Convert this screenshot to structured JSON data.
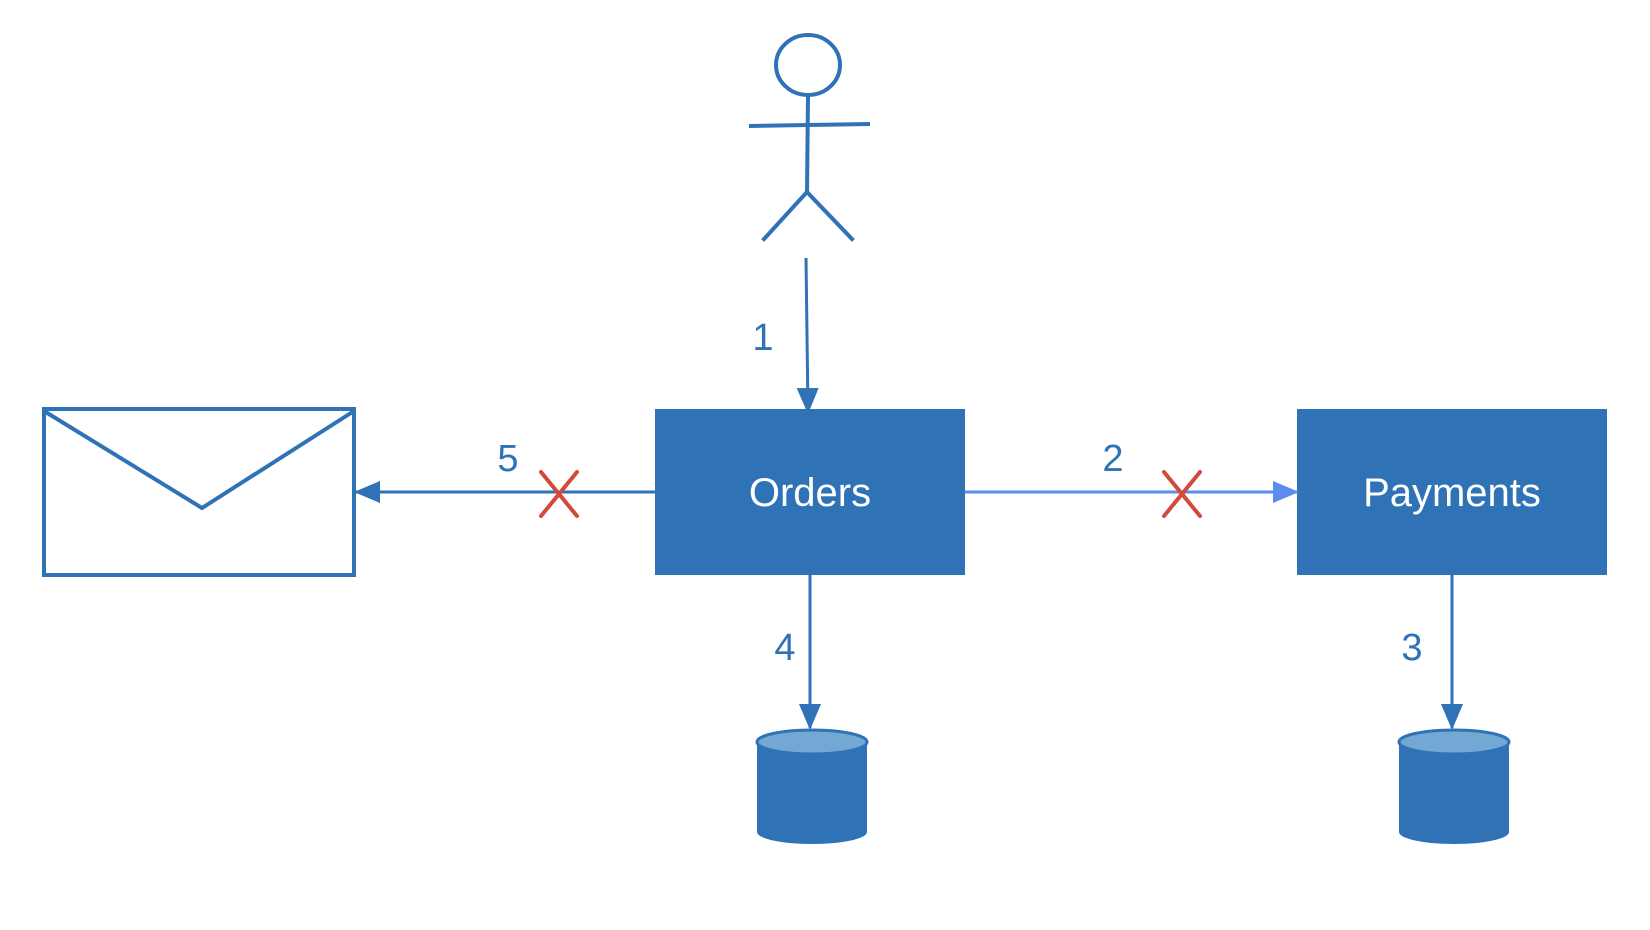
{
  "colors": {
    "primary": "#2f72b6",
    "secondary_edge": "#5b8ded",
    "db_top": "#73a8d5",
    "failure_mark": "#d14a3c",
    "background": "#ffffff"
  },
  "nodes": {
    "user": {
      "icon": "user-stick-figure-icon"
    },
    "orders": {
      "label": "Orders"
    },
    "payments": {
      "label": "Payments"
    },
    "email": {
      "icon": "envelope-icon"
    },
    "orders_db": {
      "icon": "database-icon"
    },
    "payments_db": {
      "icon": "database-icon"
    }
  },
  "edges": [
    {
      "id": "user-to-orders",
      "label": "1",
      "failed": false
    },
    {
      "id": "orders-to-payments",
      "label": "2",
      "failed": true
    },
    {
      "id": "payments-to-db",
      "label": "3",
      "failed": false
    },
    {
      "id": "orders-to-db",
      "label": "4",
      "failed": false
    },
    {
      "id": "orders-to-email",
      "label": "5",
      "failed": true
    }
  ]
}
